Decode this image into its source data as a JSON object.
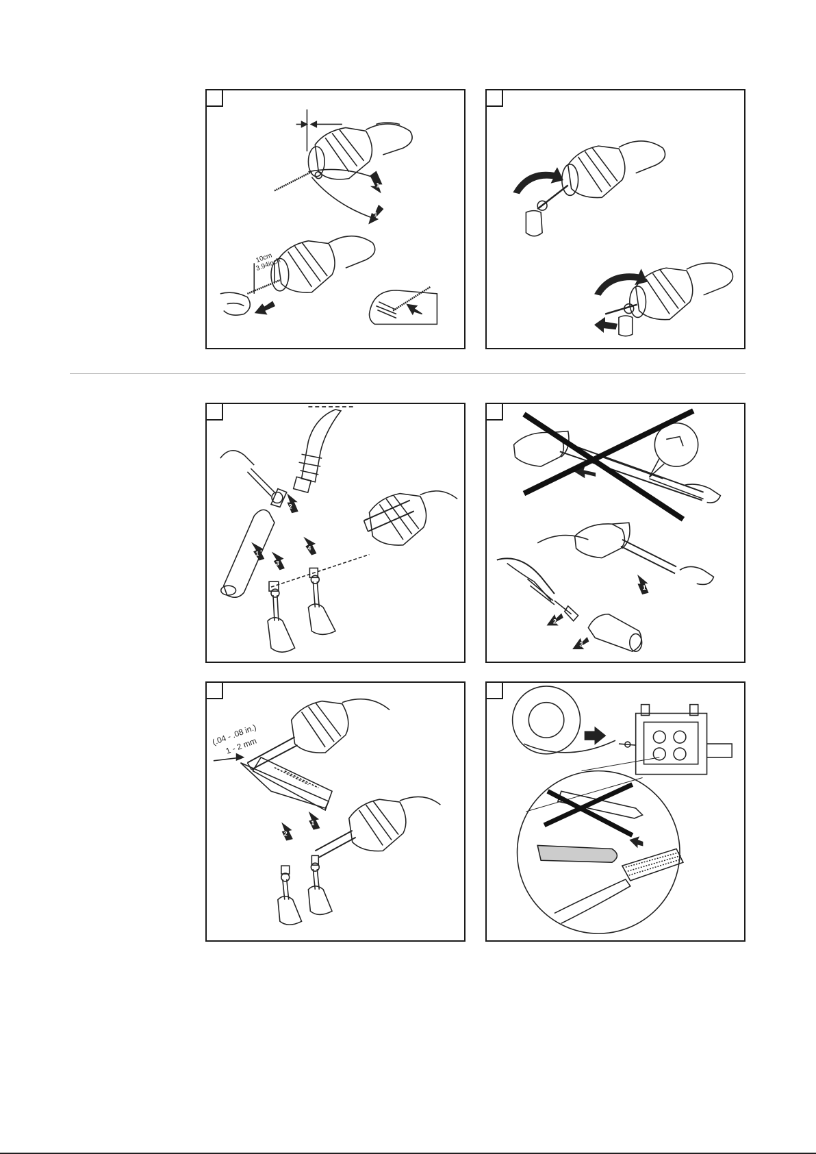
{
  "panels": [
    {
      "id": "p1",
      "labels": [
        "10cm",
        "3.94inch"
      ],
      "badges": [
        "1",
        "1"
      ]
    },
    {
      "id": "p2",
      "labels": [],
      "badges": []
    },
    {
      "id": "p3",
      "labels": [],
      "badges": [
        "2",
        "1",
        "3",
        "4"
      ]
    },
    {
      "id": "p4",
      "labels": [],
      "badges": [
        "1",
        "2",
        "3"
      ]
    },
    {
      "id": "p5",
      "labels": [
        "(.04 - .08 in.)",
        "1 - 2 mm"
      ],
      "badges": [
        "2",
        "1"
      ]
    },
    {
      "id": "p6",
      "labels": [],
      "badges": []
    }
  ]
}
